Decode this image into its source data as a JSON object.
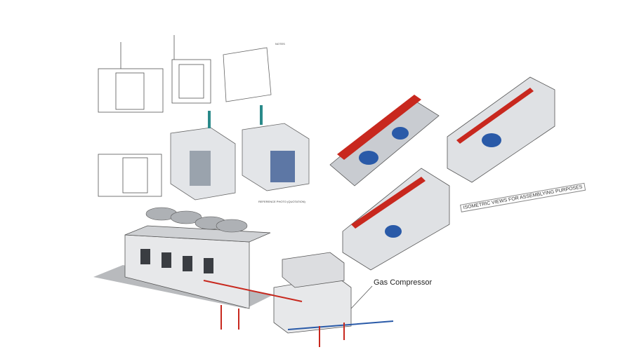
{
  "labels": {
    "gas_compressor": "Gas Compressor",
    "isometric_note": "ISOMETRIC VIEWS FOR ASSEMBLYING PURPOSES",
    "reference_photo": "REFERENCE PHOTO (QUOTATION)",
    "notes_title": "NOTES"
  },
  "colors": {
    "pipe_red": "#c8281e",
    "motor_blue": "#2a5aa8",
    "panel_grey": "#d8dadd",
    "line": "#555555"
  }
}
